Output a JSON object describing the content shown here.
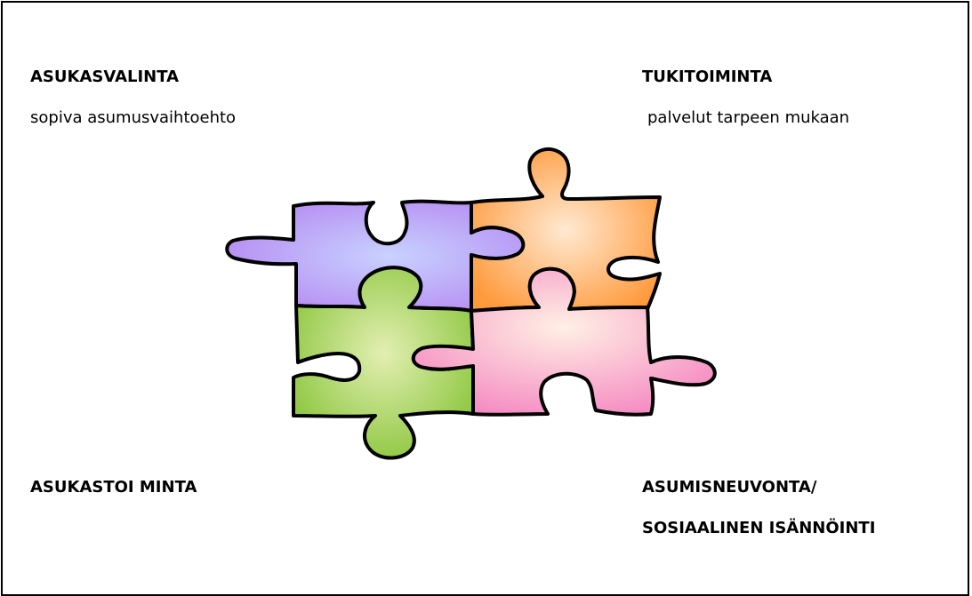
{
  "labels": {
    "top_left_title": "ASUKASVALINTA",
    "top_left_sub": "sopiva asumusvaihtoehto",
    "top_right_title": "TUKITOIMINTA",
    "top_right_sub": "palvelut tarpeen mukaan",
    "bottom_left_title": "ASUKASTOI MINTA",
    "bottom_right_line1": "ASUMISNEUVONTA/",
    "bottom_right_line2": "SOSIAALINEN ISÄNNÖINTI"
  },
  "puzzle": {
    "pieces": [
      {
        "name": "purple",
        "fill_light": "#c8d2ff",
        "fill_dark": "#b68cf2"
      },
      {
        "name": "orange",
        "fill_light": "#ffe9d2",
        "fill_dark": "#ff9a3c"
      },
      {
        "name": "green",
        "fill_light": "#e2efb2",
        "fill_dark": "#8cc63e"
      },
      {
        "name": "pink",
        "fill_light": "#fff0e4",
        "fill_dark": "#f58ac2"
      }
    ]
  }
}
